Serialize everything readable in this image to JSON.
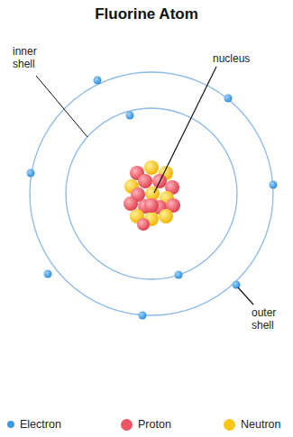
{
  "diagram": {
    "title": "Fluorine Atom",
    "labels": [
      "inner shell",
      "nucleus",
      "outer shell"
    ],
    "legend": [
      {
        "text": "Electron",
        "color": "#3d9be3"
      },
      {
        "text": "Proton",
        "color": "#ec5563"
      },
      {
        "text": "Neutron",
        "color": "#f8c614"
      }
    ]
  }
}
